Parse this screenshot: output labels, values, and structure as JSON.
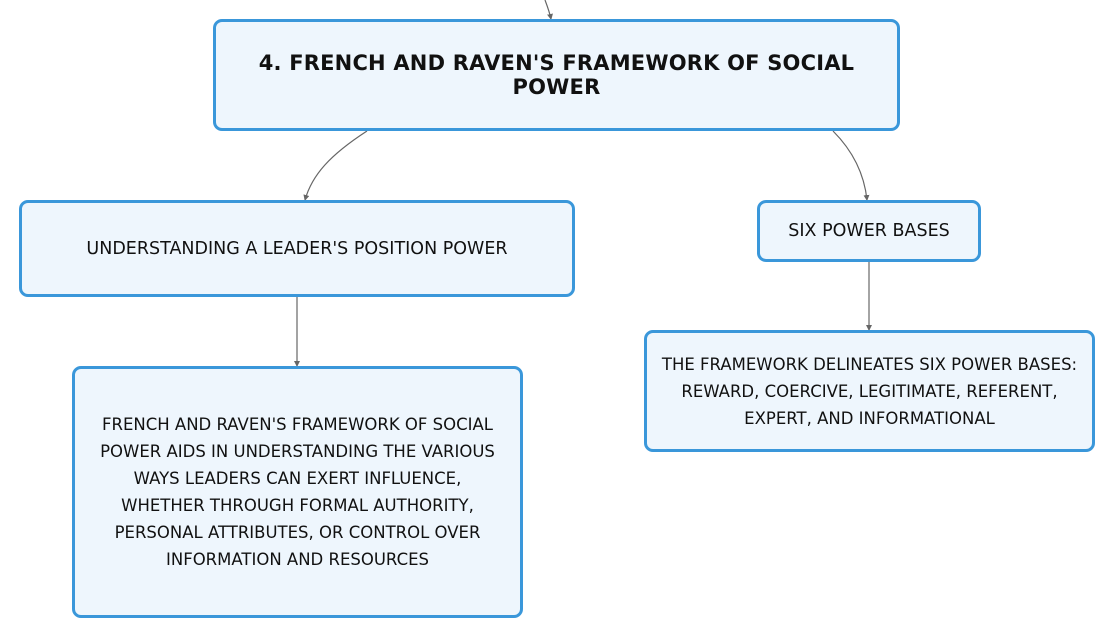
{
  "diagram": {
    "root": {
      "label": "4. FRENCH AND RAVEN'S FRAMEWORK OF SOCIAL POWER"
    },
    "left_branch": {
      "label": "UNDERSTANDING A LEADER'S POSITION POWER",
      "child": {
        "label": "FRENCH AND RAVEN'S FRAMEWORK OF SOCIAL POWER AIDS IN UNDERSTANDING THE VARIOUS WAYS LEADERS CAN EXERT INFLUENCE, WHETHER THROUGH FORMAL AUTHORITY, PERSONAL ATTRIBUTES, OR CONTROL OVER INFORMATION AND RESOURCES"
      }
    },
    "right_branch": {
      "label": "SIX POWER BASES",
      "child": {
        "label": "THE FRAMEWORK DELINEATES SIX POWER BASES: REWARD, COERCIVE, LEGITIMATE, REFERENT, EXPERT, AND INFORMATIONAL"
      }
    }
  },
  "colors": {
    "node_border": "#3a97da",
    "node_fill": "#eef6fd",
    "connector": "#666666",
    "text": "#111111"
  }
}
